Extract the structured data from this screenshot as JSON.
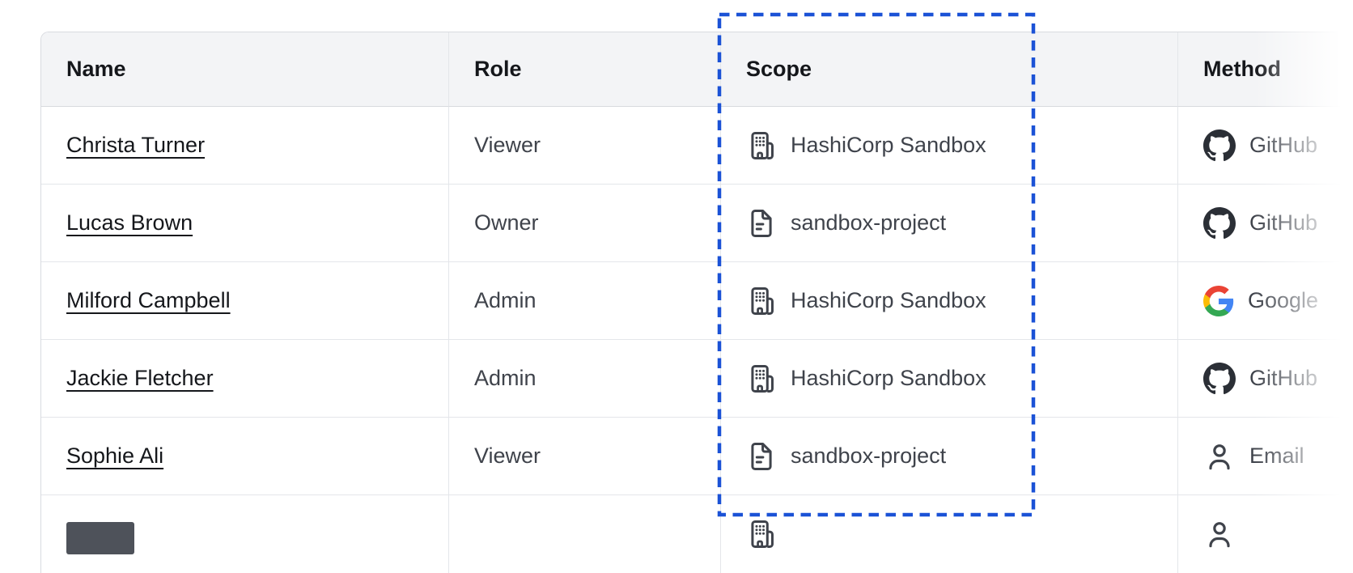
{
  "table": {
    "columns": [
      {
        "label": "Name"
      },
      {
        "label": "Role"
      },
      {
        "label": "Scope"
      },
      {
        "label": "Method"
      }
    ],
    "rows": [
      {
        "name": "Christa Turner",
        "role": "Viewer",
        "scope": {
          "icon": "org-icon",
          "label": "HashiCorp Sandbox"
        },
        "method": {
          "icon": "github-icon",
          "label": "GitHub"
        }
      },
      {
        "name": "Lucas Brown",
        "role": "Owner",
        "scope": {
          "icon": "file-text-icon",
          "label": "sandbox-project"
        },
        "method": {
          "icon": "github-icon",
          "label": "GitHub"
        }
      },
      {
        "name": "Milford Campbell",
        "role": "Admin",
        "scope": {
          "icon": "org-icon",
          "label": "HashiCorp Sandbox"
        },
        "method": {
          "icon": "google-icon",
          "label": "Google"
        }
      },
      {
        "name": "Jackie Fletcher",
        "role": "Admin",
        "scope": {
          "icon": "org-icon",
          "label": "HashiCorp Sandbox"
        },
        "method": {
          "icon": "github-icon",
          "label": "GitHub"
        }
      },
      {
        "name": "Sophie Ali",
        "role": "Viewer",
        "scope": {
          "icon": "file-text-icon",
          "label": "sandbox-project"
        },
        "method": {
          "icon": "user-icon",
          "label": "Email"
        }
      }
    ],
    "partial_row_visible": true
  },
  "annotation": {
    "type": "dashed-highlight-box",
    "highlighted_column": "Scope",
    "color": "#1b52d6"
  },
  "colors": {
    "header_bg": "#f3f4f6",
    "border": "#e4e6ea",
    "text_primary": "#15171b",
    "text_secondary": "#3f434b",
    "github_icon": "#2b2f36",
    "annotation_blue": "#1b52d6"
  }
}
